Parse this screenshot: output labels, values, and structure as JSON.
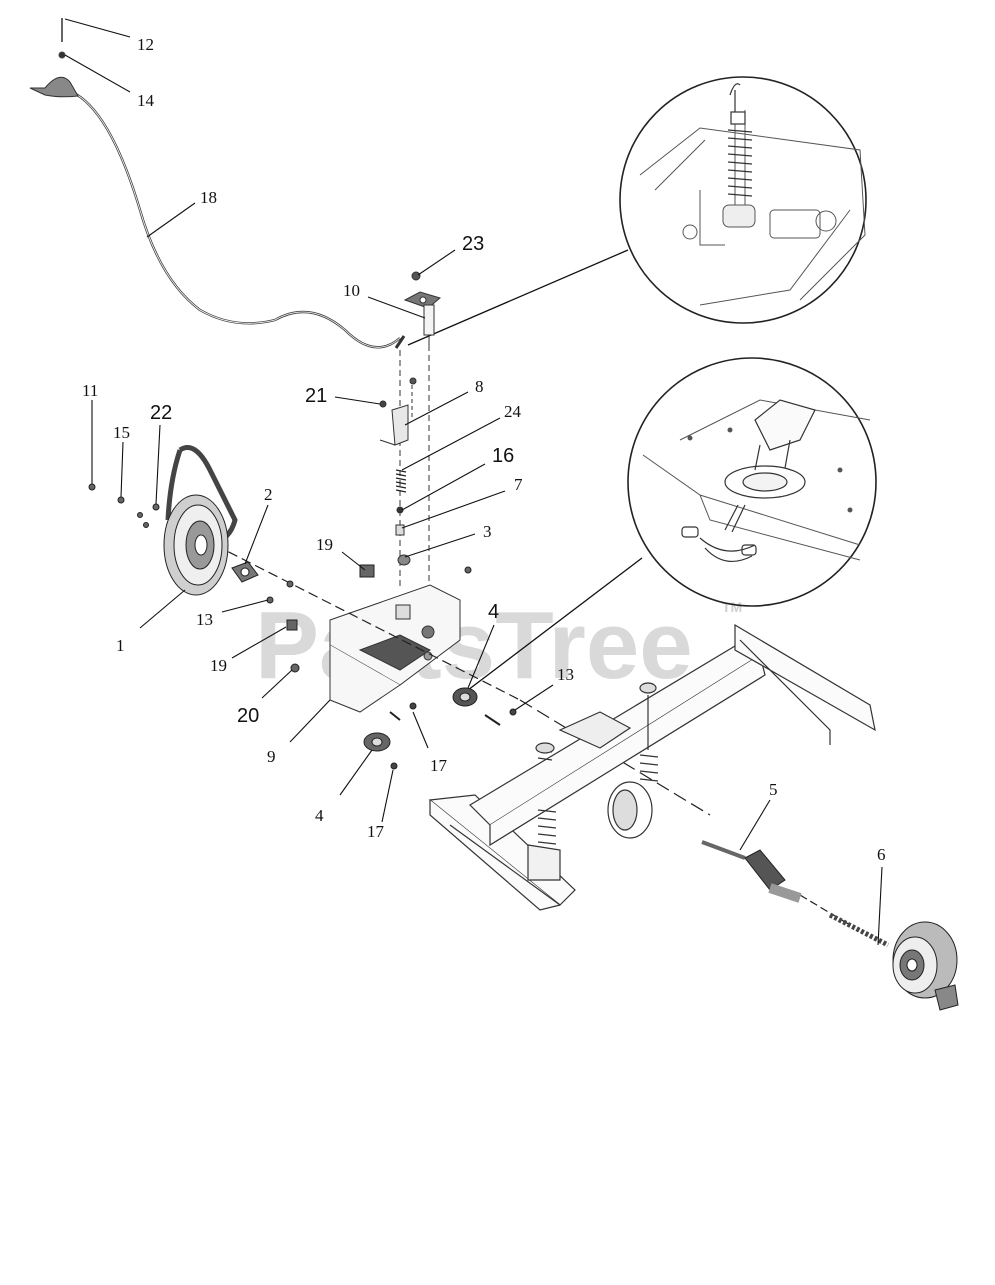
{
  "watermark": {
    "text": "PartsTree",
    "tm": "TM",
    "color": "#c8c8c8"
  },
  "colors": {
    "line": "#1a1a1a",
    "part": "#4a4a4a",
    "shade": "#8a8a8a"
  },
  "callouts": [
    {
      "id": "12",
      "text": "12"
    },
    {
      "id": "14",
      "text": "14"
    },
    {
      "id": "18",
      "text": "18"
    },
    {
      "id": "23",
      "text": "23"
    },
    {
      "id": "10",
      "text": "10"
    },
    {
      "id": "21",
      "text": "21"
    },
    {
      "id": "8",
      "text": "8"
    },
    {
      "id": "24",
      "text": "24"
    },
    {
      "id": "16",
      "text": "16"
    },
    {
      "id": "7",
      "text": "7"
    },
    {
      "id": "3",
      "text": "3"
    },
    {
      "id": "11",
      "text": "11"
    },
    {
      "id": "15",
      "text": "15"
    },
    {
      "id": "22",
      "text": "22"
    },
    {
      "id": "2",
      "text": "2"
    },
    {
      "id": "19a",
      "text": "19"
    },
    {
      "id": "13a",
      "text": "13"
    },
    {
      "id": "1",
      "text": "1"
    },
    {
      "id": "19b",
      "text": "19"
    },
    {
      "id": "20",
      "text": "20"
    },
    {
      "id": "9",
      "text": "9"
    },
    {
      "id": "4a",
      "text": "4"
    },
    {
      "id": "13b",
      "text": "13"
    },
    {
      "id": "17a",
      "text": "17"
    },
    {
      "id": "4b",
      "text": "4"
    },
    {
      "id": "17b",
      "text": "17"
    },
    {
      "id": "5",
      "text": "5"
    },
    {
      "id": "6",
      "text": "6"
    }
  ]
}
